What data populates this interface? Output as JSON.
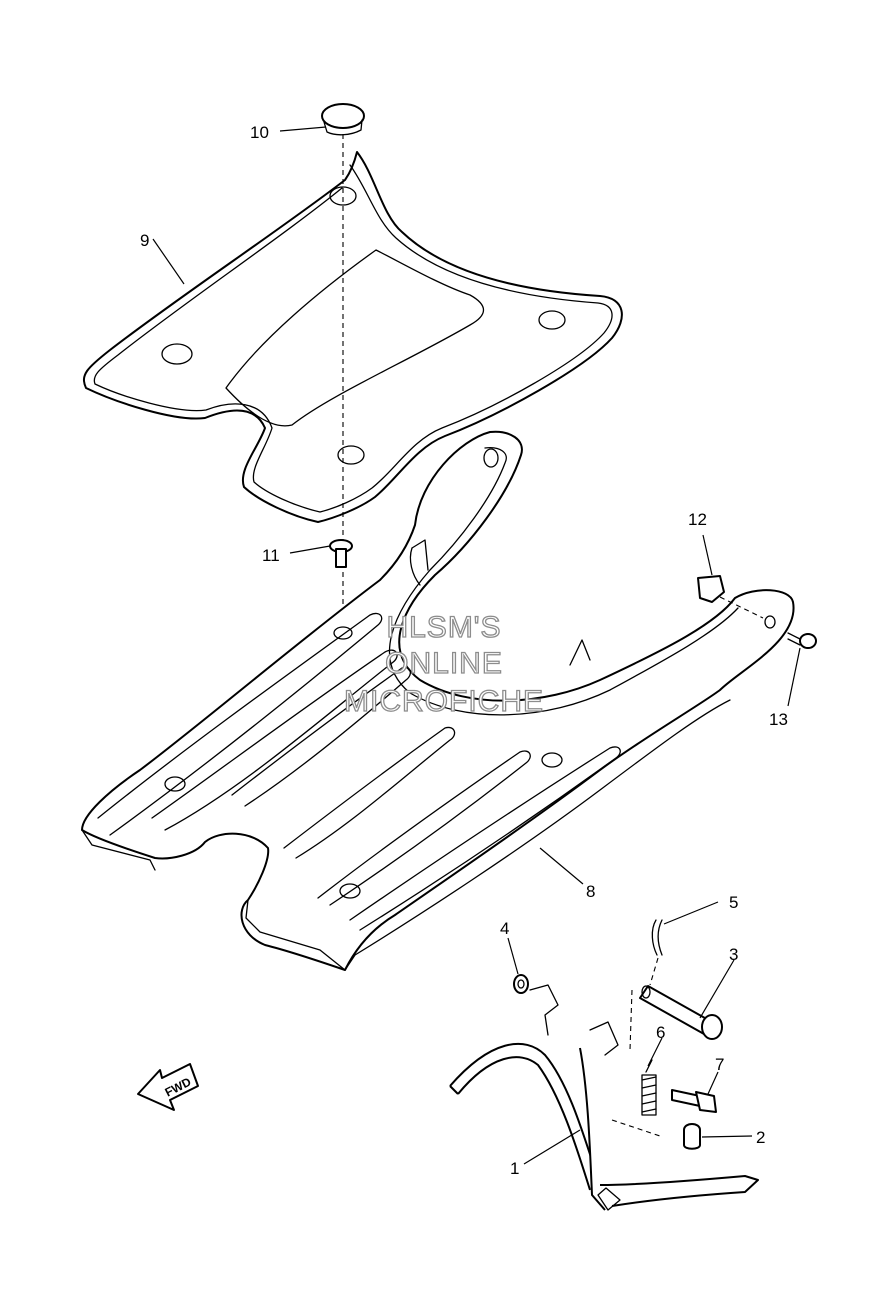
{
  "diagram": {
    "callouts": [
      {
        "id": "1",
        "label": "1"
      },
      {
        "id": "2",
        "label": "2"
      },
      {
        "id": "3",
        "label": "3"
      },
      {
        "id": "4",
        "label": "4"
      },
      {
        "id": "5",
        "label": "5"
      },
      {
        "id": "6",
        "label": "6"
      },
      {
        "id": "7",
        "label": "7"
      },
      {
        "id": "8",
        "label": "8"
      },
      {
        "id": "9",
        "label": "9"
      },
      {
        "id": "10",
        "label": "10"
      },
      {
        "id": "11",
        "label": "11"
      },
      {
        "id": "12",
        "label": "12"
      },
      {
        "id": "13",
        "label": "13"
      }
    ],
    "watermark": {
      "line1": "HLSM'S",
      "line2": "ONLINE",
      "line3": "MICROFICHE"
    },
    "direction_marker": {
      "label": "FWD"
    }
  }
}
